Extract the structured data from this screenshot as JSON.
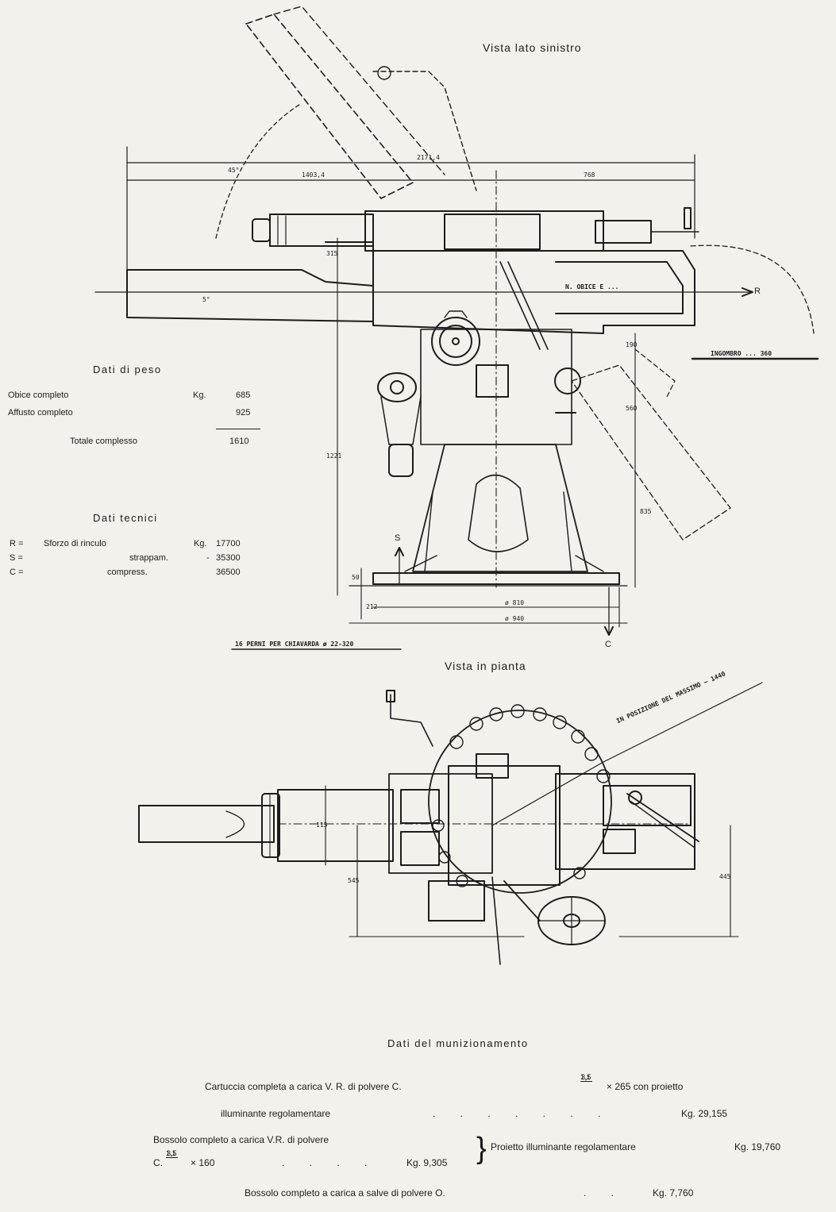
{
  "views": {
    "side_title": "Vista lato sinistro",
    "plan_title": "Vista in pianta"
  },
  "weights": {
    "title": "Dati di peso",
    "rows": [
      {
        "label": "Obice completo",
        "unit": "Kg.",
        "value": "685"
      },
      {
        "label": "Affusto completo",
        "unit": "",
        "value": "925"
      }
    ],
    "total_label": "Totale complesso",
    "total_value": "1610"
  },
  "technical": {
    "title": "Dati tecnici",
    "rows": [
      {
        "symbol": "R =",
        "label": "Sforzo di rinculo",
        "unit": "Kg.",
        "value": "17700"
      },
      {
        "symbol": "S =",
        "label": "strappam.",
        "unit": "-",
        "value": "35300"
      },
      {
        "symbol": "C =",
        "label": "compress.",
        "unit": "",
        "value": "36500"
      }
    ]
  },
  "dimensions": {
    "overall": "2171,4",
    "rear": "1403,4",
    "front": "768",
    "height": "1221",
    "h1": "315",
    "h2": "190",
    "h3": "560",
    "h4": "835",
    "h5": "50",
    "h6": "212",
    "base1": "ø 810",
    "base2": "ø 940",
    "angle_elev": "45°",
    "angle_dep": "5°",
    "plan1": "545",
    "plan2": "445",
    "plan3": "115",
    "axis_s": "S",
    "axis_c": "C",
    "axis_r": "R",
    "note_bolts": "16 PERNI PER CHIAVARDA  ø 22-320",
    "note_mark": "N. OBICE E ... ",
    "note_clear": "INGOMBRO ... 360",
    "note_plan": "IN POSIZIONE DEL MASSIMO — 1440"
  },
  "ammo": {
    "title": "Dati del munizionamento",
    "line1_a": "Cartuccia  completa  a  carica  V.  R.  di  polvere  C.",
    "line1_b": "× 265 con proietto",
    "line2_a": "illuminante regolamentare",
    "line2_value": "Kg. 29,155",
    "line3_a": "Bossolo completo a carica V.R. di polvere",
    "line4_a": "C.",
    "line4_b": "× 160",
    "line4_value": "Kg. 9,305",
    "line3_right": "Proietto illuminante regolamentare",
    "line3_right_value": "Kg. 19,760",
    "line5_a": "Bossolo completo a carica a salve di polvere O.",
    "line5_value": "Kg. 7,760",
    "frac_num": "3,5",
    "frac_den": "1,1"
  }
}
